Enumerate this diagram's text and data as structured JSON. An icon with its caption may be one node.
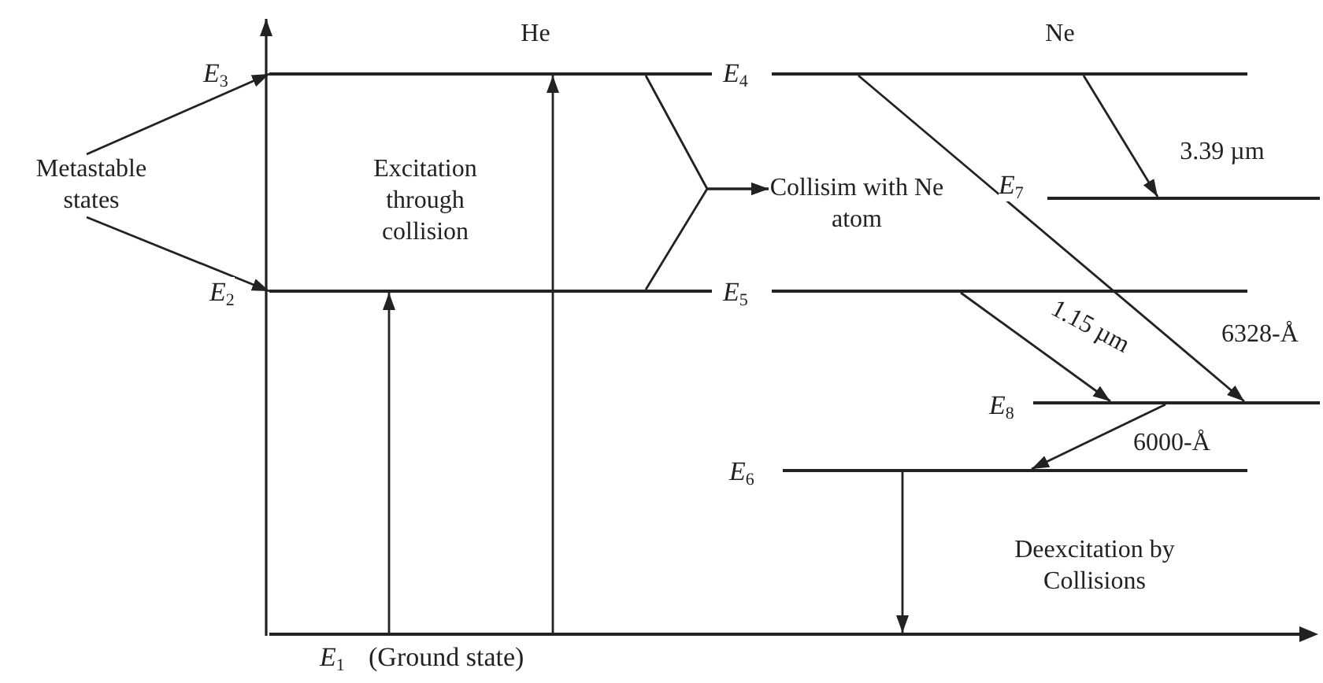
{
  "diagram": {
    "nodes": [
      {
        "text": [],
        "shape": "bar",
        "beside": [
          "*E*$_{1}$",
          "(Ground state)"
        ]
      },
      {
        "text": [],
        "shape": "bar",
        "beside": [
          "*E*$_{2}$"
        ]
      },
      {
        "text": [],
        "shape": "bar",
        "beside": [
          "*E*$_{3}$"
        ]
      },
      {
        "text": [],
        "shape": "bar",
        "beside": [
          "*E*$_{4}$"
        ]
      },
      {
        "text": [],
        "shape": "bar",
        "beside": [
          "*E*$_{5}$"
        ]
      },
      {
        "text": [],
        "shape": "bar",
        "beside": [
          "*E*$_{6}$"
        ]
      },
      {
        "text": [],
        "shape": "bar",
        "beside": [
          "*E*$_{7}$"
        ]
      },
      {
        "text": [],
        "shape": "bar",
        "beside": [
          "*E*$_{8}$"
        ]
      },
      {
        "text": [
          "Metastable states"
        ]
      },
      {
        "text": [
          "Collisim with Ne atom"
        ]
      }
    ],
    "edges": [
      {
        "from": 0,
        "to": 1,
        "arrow": "to"
      },
      {
        "from": 0,
        "to": 2,
        "arrow": "to"
      },
      {
        "from": 8,
        "to": 2,
        "arrow": "to"
      },
      {
        "from": 8,
        "to": 1,
        "arrow": "to"
      },
      {
        "from": 2,
        "to": 9,
        "arrow": "to"
      },
      {
        "from": 1,
        "to": 9,
        "arrow": "to"
      },
      {
        "from": 3,
        "to": 6,
        "arrow": "to",
        "label": "3.39 µm"
      },
      {
        "from": 3,
        "to": 7,
        "arrow": "to",
        "label": "6328-Å"
      },
      {
        "from": 4,
        "to": 7,
        "arrow": "to",
        "label": "1.15 µm"
      },
      {
        "from": 7,
        "to": 5,
        "arrow": "to",
        "label": "6000-Å"
      },
      {
        "from": 5,
        "to": 0,
        "arrow": "to"
      }
    ],
    "labels": [
      "He",
      "Ne",
      "Excitation through collision",
      "Deexcitation by Collisions"
    ]
  }
}
